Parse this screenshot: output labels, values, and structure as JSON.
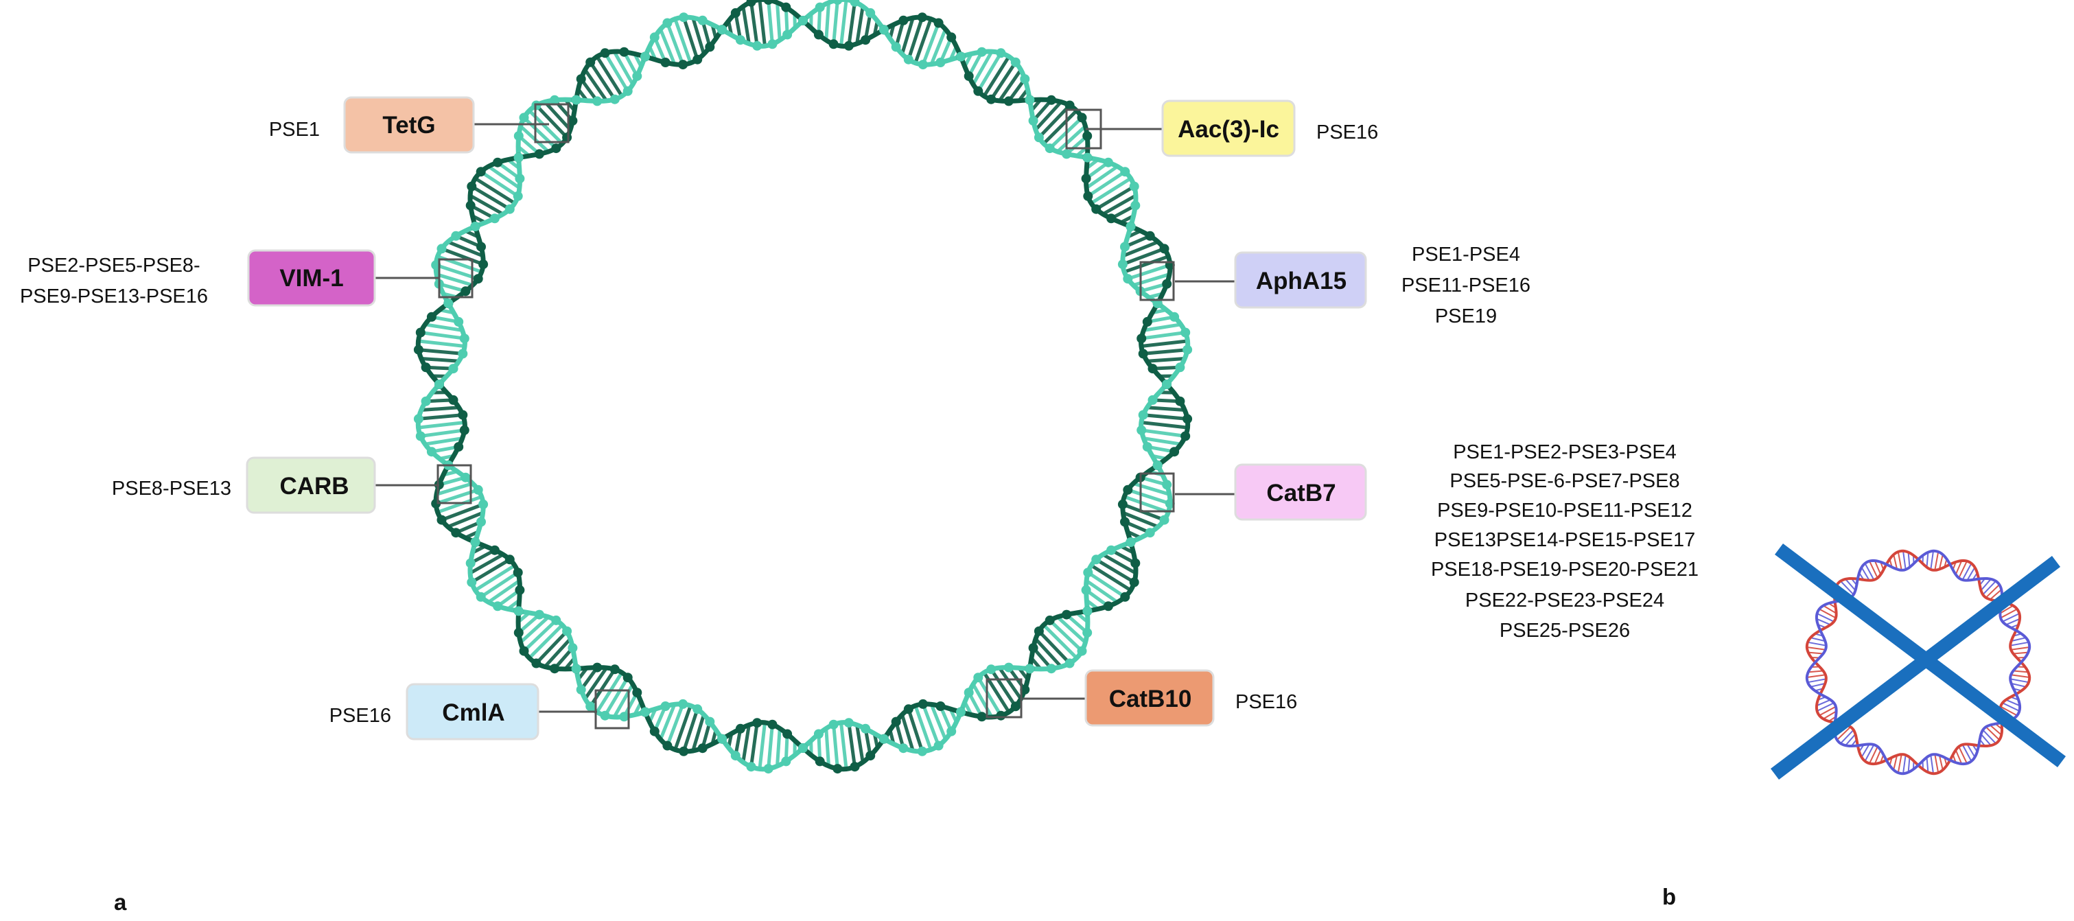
{
  "panels": {
    "a": "a",
    "b": "b"
  },
  "genes": [
    {
      "name": "TetG",
      "color": "#f4c2a6",
      "pse": [
        "PSE1"
      ]
    },
    {
      "name": "VIM-1",
      "color": "#d463c8",
      "pse": [
        "PSE2-PSE5-PSE8-",
        "PSE9-PSE13-PSE16"
      ]
    },
    {
      "name": "CARB",
      "color": "#dff0d4",
      "pse": [
        "PSE8-PSE13"
      ]
    },
    {
      "name": "CmlA",
      "color": "#cdeaf8",
      "pse": [
        "PSE16"
      ]
    },
    {
      "name": "CatB10",
      "color": "#ec9a72",
      "pse": [
        "PSE16"
      ]
    },
    {
      "name": "CatB7",
      "color": "#f7c9f5",
      "pse": [
        "PSE1-PSE2-PSE3-PSE4",
        "PSE5-PSE-6-PSE7-PSE8",
        "PSE9-PSE10-PSE11-PSE12",
        "PSE13PSE14-PSE15-PSE17",
        "PSE18-PSE19-PSE20-PSE21",
        "PSE22-PSE23-PSE24",
        "PSE25-PSE26"
      ]
    },
    {
      "name": "AphA15",
      "color": "#cfd0f6",
      "pse": [
        "PSE1-PSE4",
        "PSE11-PSE16",
        "PSE19"
      ]
    },
    {
      "name": "Aac(3)-Ic",
      "color": "#fbf59b",
      "pse": [
        "PSE16"
      ]
    }
  ],
  "colors": {
    "dna_dark": "#0f5e46",
    "dna_light": "#4ecdb0",
    "connector": "#555555",
    "cross": "#1a6fbe",
    "mini_red": "#d4453a",
    "mini_blue": "#5a5ad6"
  },
  "icons": {
    "main": "circular-dna-plasmid-icon",
    "crossed": "crossed-out-plasmid-icon"
  }
}
